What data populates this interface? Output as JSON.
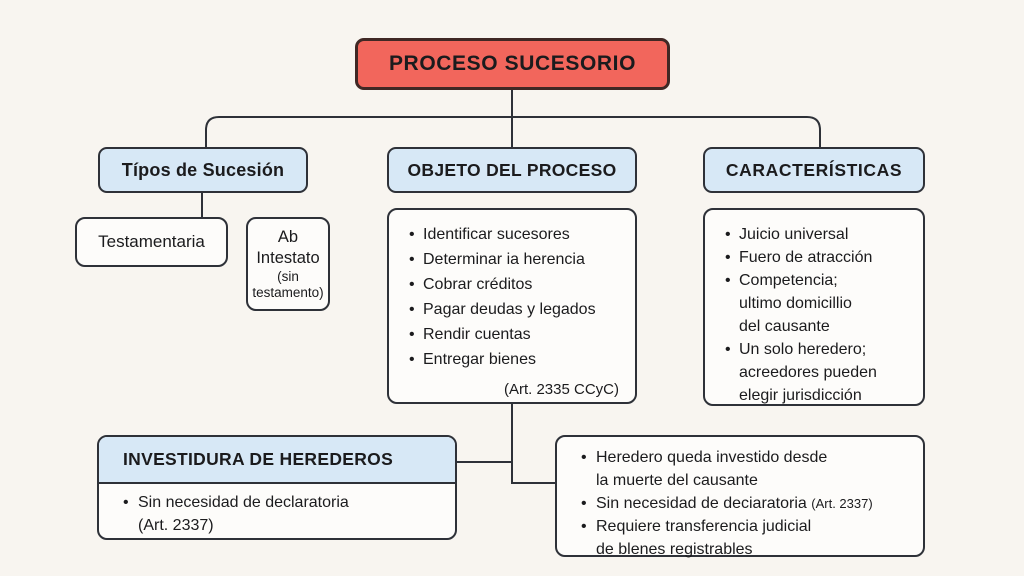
{
  "palette": {
    "background": "#f8f5f0",
    "node_border": "#2e3138",
    "red_fill": "#f2665c",
    "red_border": "#402825",
    "blue_fill": "#d7e8f6",
    "white_fill": "#fdfcfa",
    "text": "#1b1b1d",
    "connector": "#2e3138"
  },
  "root": {
    "title": "PROCESO SUCESORIO"
  },
  "tipos": {
    "title": "Típos de Sucesión",
    "testamentaria": "Testamentaria",
    "ab_intestato": {
      "main": "Ab\nIntestato",
      "sub": "(sin\ntestamento)"
    }
  },
  "objeto": {
    "title": "OBJETO DEL PROCESO",
    "items": [
      "Identificar sucesores",
      "Determinar ia herencia",
      "Cobrar créditos",
      "Pagar deudas y legados",
      "Rendir cuentas",
      "Entregar bienes"
    ],
    "footnote": "(Art. 2335 CCyC)"
  },
  "caracteristicas": {
    "title": "CARACTERÍSTICAS",
    "items": [
      "Juicio universal",
      "Fuero de atracción",
      "Competencia;\nultimo domicillio\ndel causante",
      "Un solo heredero;\nacreedores pueden\nelegir jurisdicción"
    ]
  },
  "investidura": {
    "title": "INVESTIDURA DE HEREDEROS",
    "items": [
      "Sin necesidad de declaratoria\n(Art. 2337)"
    ]
  },
  "detalle": {
    "items": [
      {
        "text": "Heredero queda investido desde\nla muerte del causante"
      },
      {
        "text": "Sin necesidad de deciaratoria",
        "note": "(Art. 2337)"
      },
      {
        "text": "Requiere transferencia judicial\nde blenes registrables"
      }
    ]
  }
}
